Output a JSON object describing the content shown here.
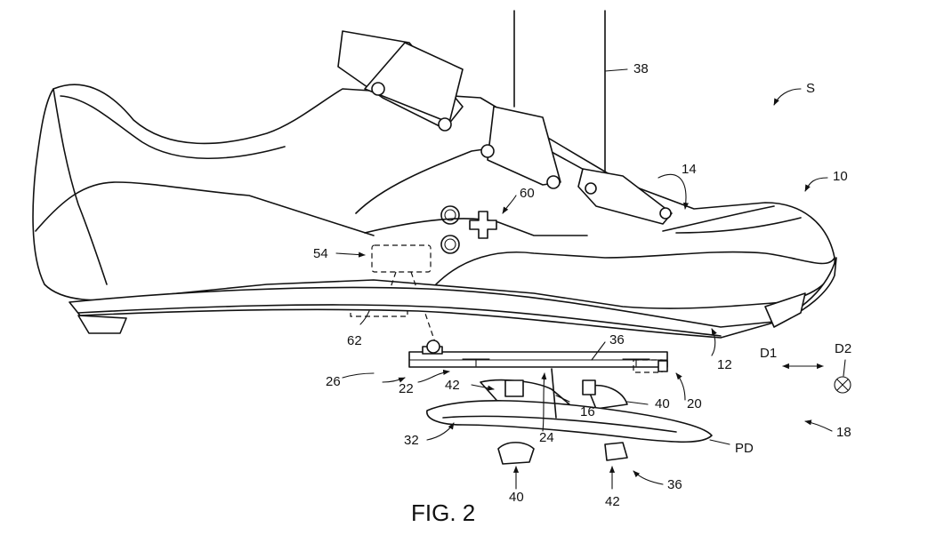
{
  "figure": {
    "caption": "FIG. 2",
    "labels": {
      "l38": "38",
      "lS": "S",
      "l14": "14",
      "l10": "10",
      "l60": "60",
      "l54": "54",
      "l62": "62",
      "l36a": "36",
      "l12": "12",
      "lD1": "D1",
      "lD2": "D2",
      "l26": "26",
      "l22": "22",
      "l42a": "42",
      "l16": "16",
      "l40a": "40",
      "l20": "20",
      "l24": "24",
      "l32": "32",
      "lPD": "PD",
      "l18": "18",
      "l40b": "40",
      "l42b": "42",
      "l36b": "36"
    }
  }
}
